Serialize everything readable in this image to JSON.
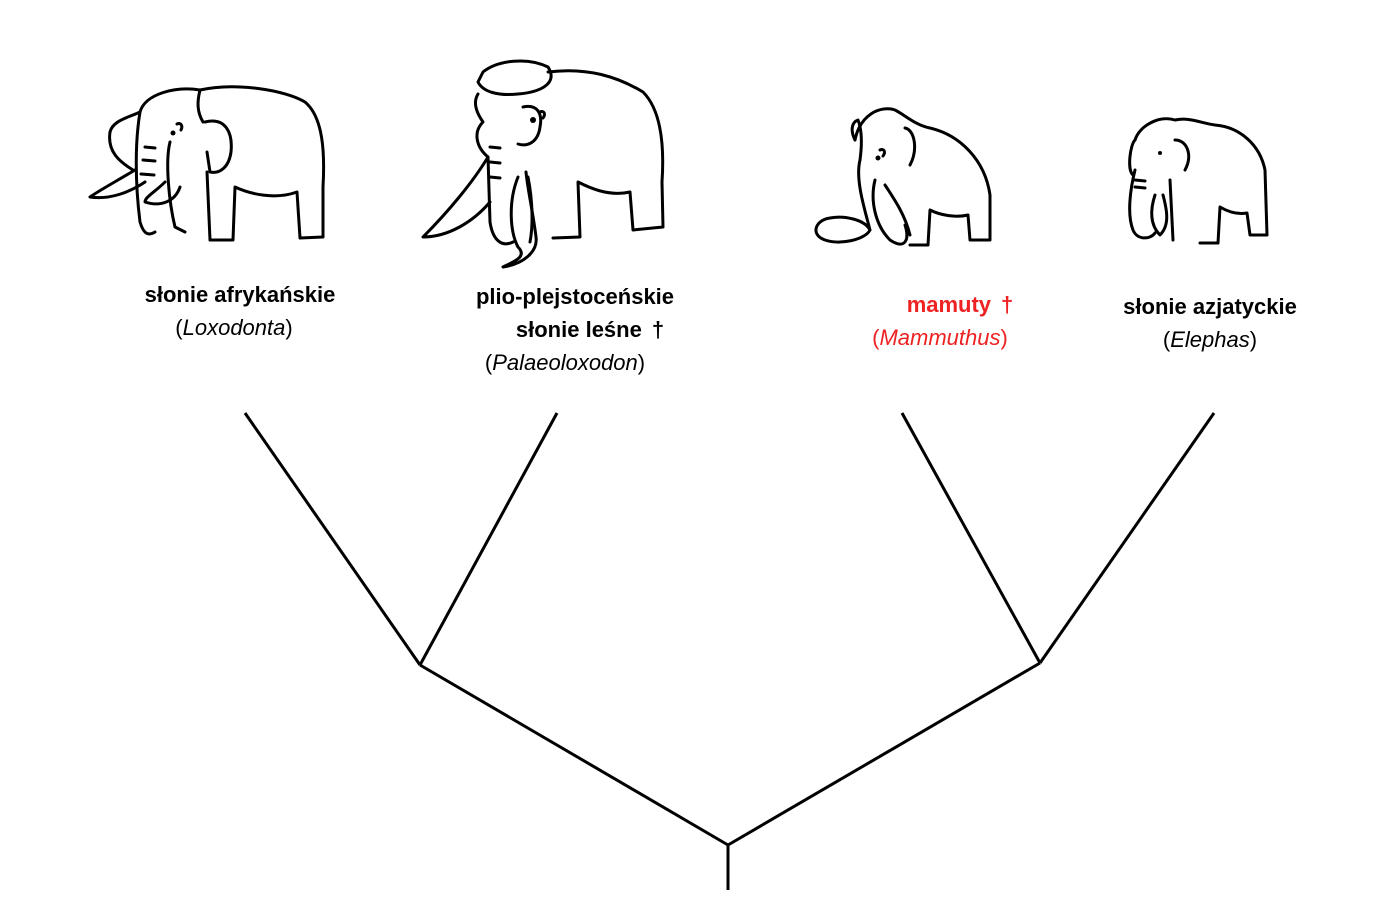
{
  "diagram": {
    "type": "cladogram",
    "title": "",
    "taxa": [
      {
        "common_name": "słonie afrykańskie",
        "scientific_name": "Loxodonta",
        "extinct": false,
        "highlight": false,
        "icon": "african-elephant-icon"
      },
      {
        "common_name_line1": "plio-plejstoceńskie",
        "common_name_line2": "słonie leśne",
        "scientific_name": "Palaeoloxodon",
        "extinct": true,
        "highlight": false,
        "icon": "straight-tusked-elephant-icon"
      },
      {
        "common_name": "mamuty",
        "scientific_name": "Mammuthus",
        "extinct": true,
        "highlight": true,
        "icon": "mammoth-icon"
      },
      {
        "common_name": "słonie azjatyckie",
        "scientific_name": "Elephas",
        "extinct": false,
        "highlight": false,
        "icon": "asian-elephant-icon"
      }
    ],
    "clades": [
      {
        "members": [
          "Loxodonta",
          "Palaeoloxodon"
        ]
      },
      {
        "members": [
          "Mammuthus",
          "Elephas"
        ]
      }
    ],
    "extinct_symbol": "†",
    "paren_open": "(",
    "paren_close": ")",
    "colors": {
      "highlight": "#ee2222",
      "default": "#000000",
      "lines": "#000000"
    }
  }
}
